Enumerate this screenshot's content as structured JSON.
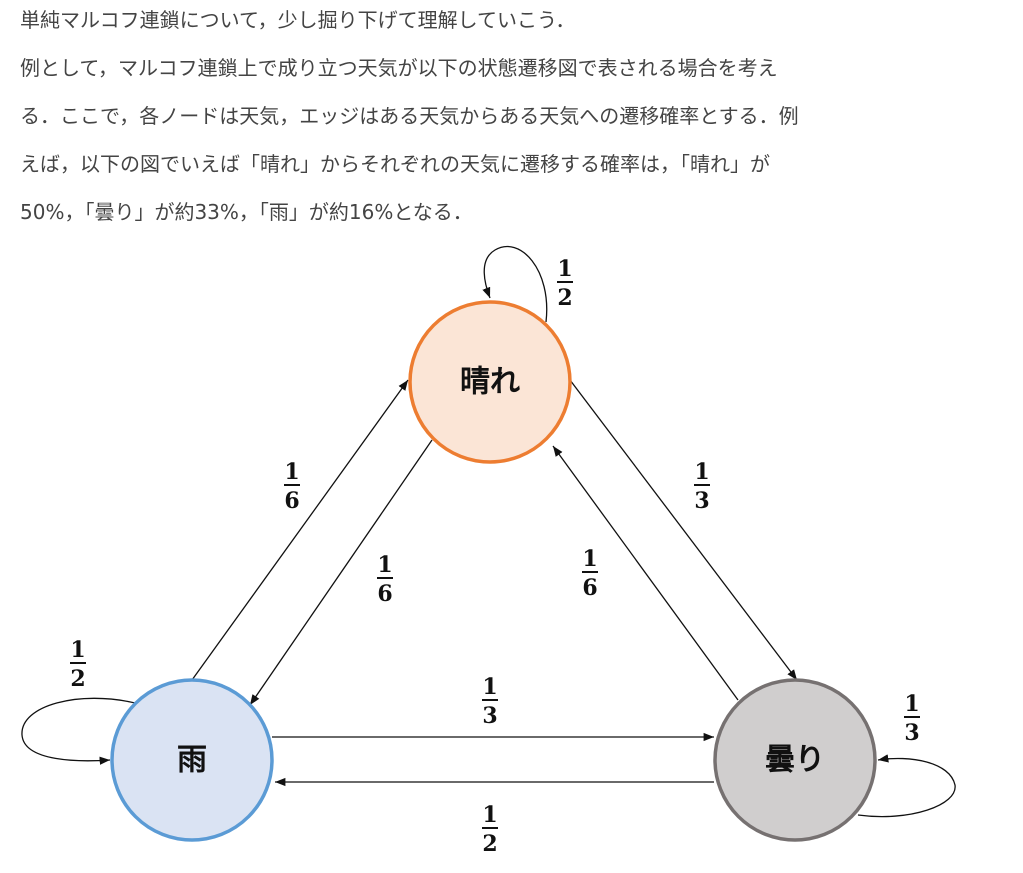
{
  "paragraph": [
    "単純マルコフ連鎖について，少し掘り下げて理解していこう．",
    "例として，マルコフ連鎖上で成り立つ天気が以下の状態遷移図で表される場合を考え",
    "る．ここで，各ノードは天気，エッジはある天気からある天気への遷移確率とする．例",
    "えば，以下の図でいえば「晴れ」からそれぞれの天気に遷移する確率は，「晴れ」が",
    "50%，「曇り」が約33%，「雨」が約16%となる．"
  ],
  "diagram": {
    "nodes": {
      "sunny": {
        "label": "晴れ",
        "stroke": "#ED7D31",
        "fill": "#FBE5D6"
      },
      "rain": {
        "label": "雨",
        "stroke": "#5B9BD5",
        "fill": "#DAE3F3"
      },
      "cloudy": {
        "label": "曇り",
        "stroke": "#767171",
        "fill": "#D0CECE"
      }
    },
    "edges": {
      "sunny_sunny": {
        "num": "1",
        "den": "2"
      },
      "rain_sunny": {
        "num": "1",
        "den": "6"
      },
      "sunny_rain": {
        "num": "1",
        "den": "6"
      },
      "sunny_cloudy": {
        "num": "1",
        "den": "3"
      },
      "cloudy_sunny": {
        "num": "1",
        "den": "6"
      },
      "rain_rain": {
        "num": "1",
        "den": "2"
      },
      "rain_cloudy": {
        "num": "1",
        "den": "3"
      },
      "cloudy_rain": {
        "num": "1",
        "den": "2"
      },
      "cloudy_cloudy": {
        "num": "1",
        "den": "3"
      }
    }
  }
}
